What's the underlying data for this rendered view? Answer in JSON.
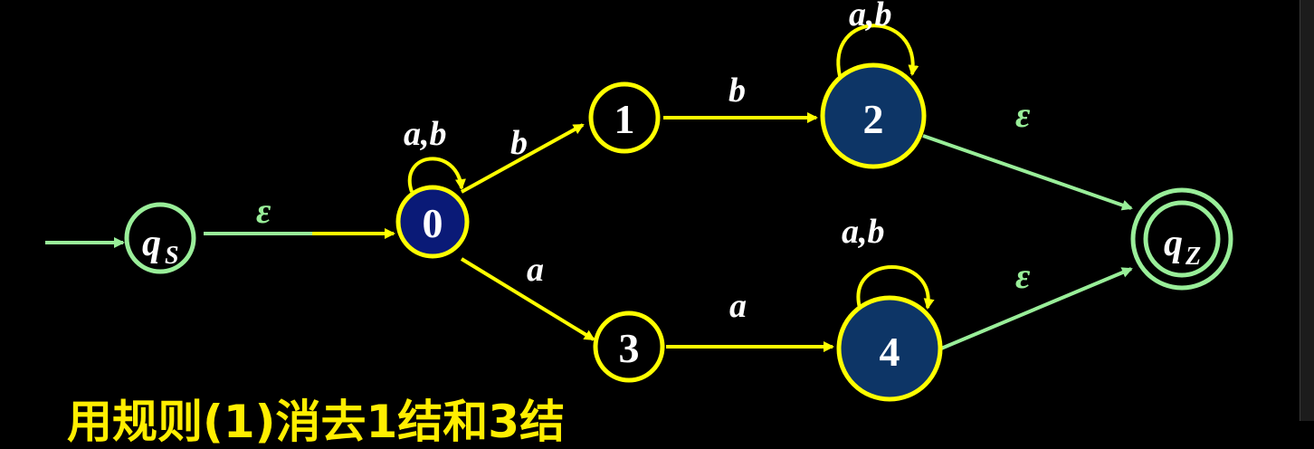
{
  "colors": {
    "background": "#000000",
    "transition": "#ffff00",
    "epsilon": "#99ee99",
    "state_fill_dark": "#0d3566",
    "state_fill_start": "#0a1a77"
  },
  "states": {
    "qs": {
      "main": "q",
      "sub": "S"
    },
    "s0": "0",
    "s1": "1",
    "s2": "2",
    "s3": "3",
    "s4": "4",
    "qz": {
      "main": "q",
      "sub": "Z"
    }
  },
  "transitions": {
    "qs_0": "ε",
    "loop_0": "a,b",
    "e0_1": "b",
    "e0_3": "a",
    "e1_2": "b",
    "e3_4": "a",
    "loop_2": "a,b",
    "loop_4": "a,b",
    "e2_qz": "ε",
    "e4_qz": "ε"
  },
  "caption": "用规则(1)消去1结和3结"
}
